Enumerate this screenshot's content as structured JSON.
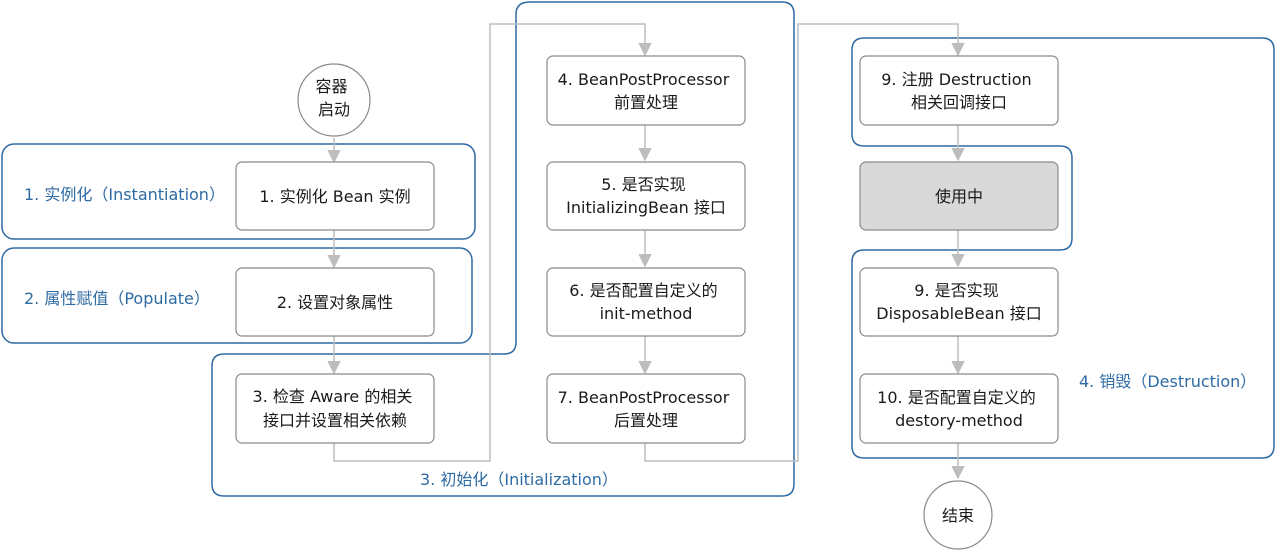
{
  "start": {
    "lines": [
      "容器",
      "启动"
    ]
  },
  "end": {
    "lines": [
      "结束"
    ]
  },
  "phases": {
    "instantiation": "1. 实例化（Instantiation）",
    "populate": "2. 属性赋值（Populate）",
    "initialization": "3. 初始化（Initialization）",
    "destruction": "4. 销毁（Destruction）"
  },
  "steps": {
    "instantiate_bean": [
      "1. 实例化 Bean 实例"
    ],
    "set_properties": [
      "2. 设置对象属性"
    ],
    "aware": [
      "3. 检查 Aware 的相关",
      "接口并设置相关依赖"
    ],
    "bpp_before": [
      "4. BeanPostProcessor",
      "前置处理"
    ],
    "initializing_bean": [
      "5. 是否实现",
      "InitializingBean 接口"
    ],
    "init_method": [
      "6. 是否配置自定义的",
      "init-method"
    ],
    "bpp_after": [
      "7. BeanPostProcessor",
      "后置处理"
    ],
    "register_destruction": [
      "9. 注册 Destruction",
      "相关回调接口"
    ],
    "in_use": [
      "使用中"
    ],
    "disposable_bean": [
      "9. 是否实现",
      "DisposableBean 接口"
    ],
    "destroy_method": [
      "10. 是否配置自定义的",
      "destory-method"
    ]
  },
  "colors": {
    "phase_border": "#2e6aa3",
    "phase_text": "#2e6aa3",
    "box_border": "#8a8a8a",
    "arrow": "#bdbdbd",
    "in_use_fill": "#d9d9d9"
  }
}
